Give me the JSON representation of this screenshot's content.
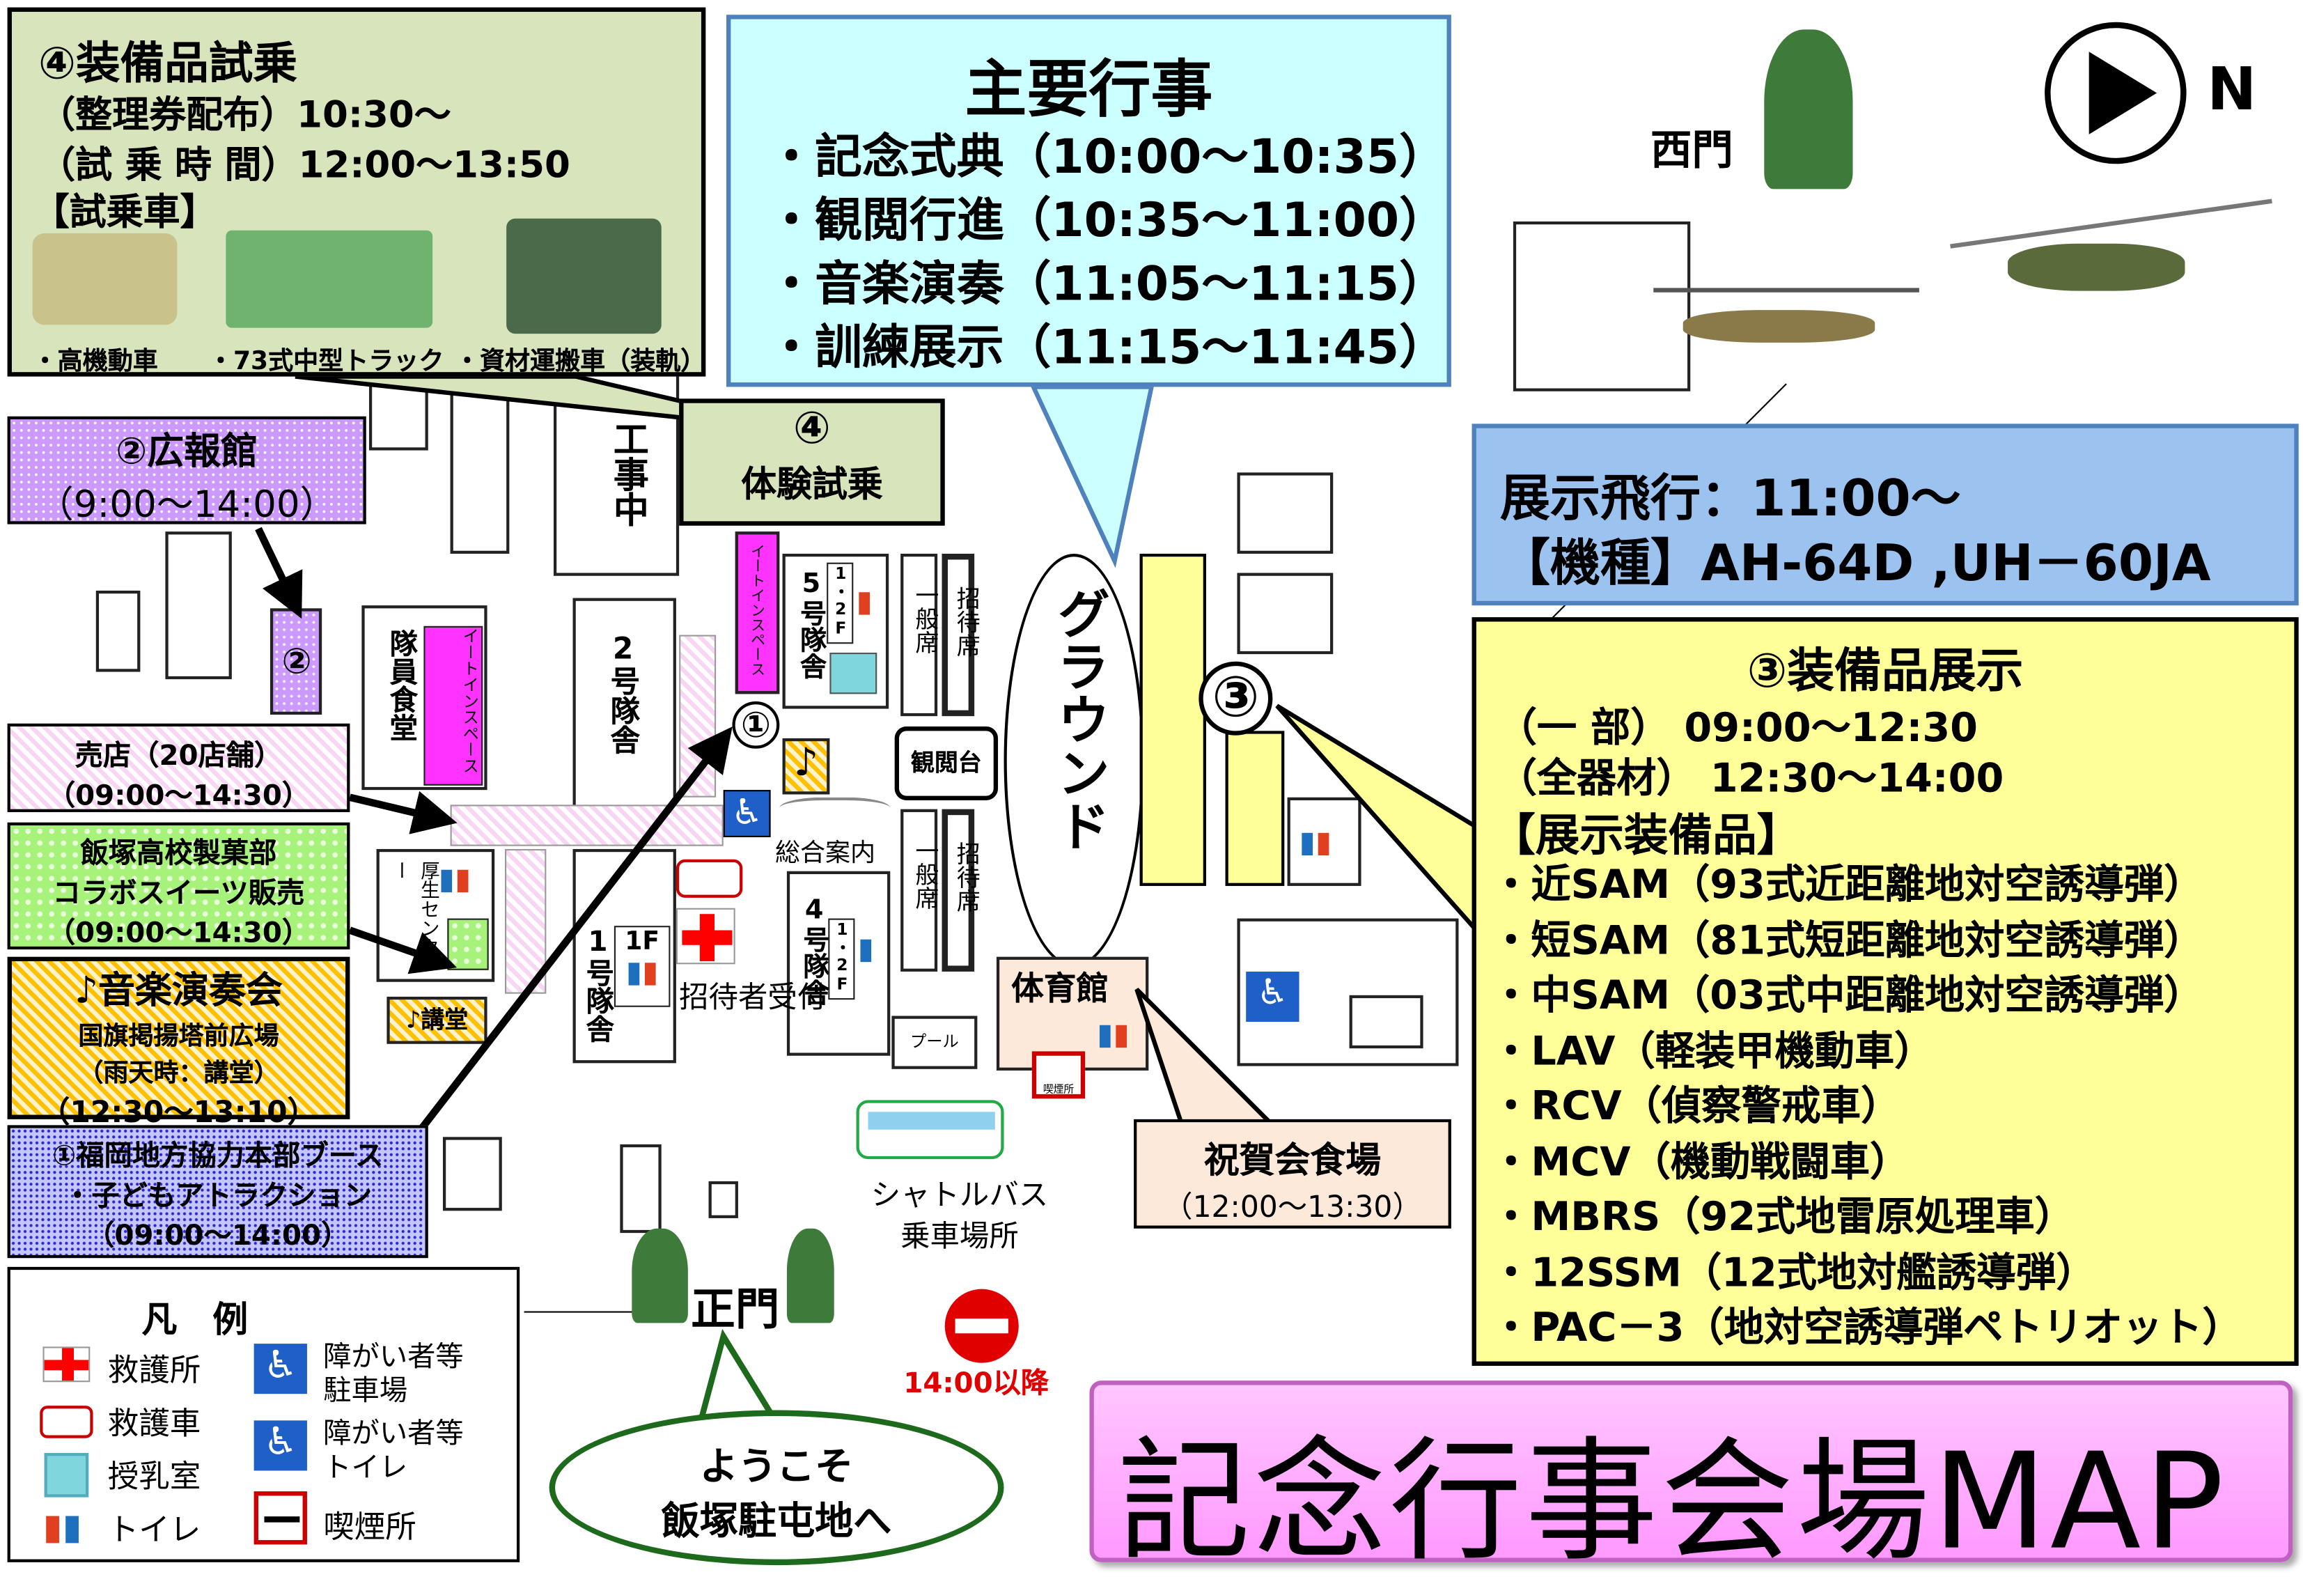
{
  "title": "記念行事会場MAP",
  "north": "N",
  "trial_box": {
    "title": "④装備品試乗",
    "line1": "（整理券配布）10:30～",
    "line2": "（試 乗 時 間）12:00～13:50",
    "heading": "【試乗車】",
    "vehicles": [
      "・高機動車",
      "・73式中型トラック",
      "・資材運搬車（装軌）"
    ]
  },
  "main_events": {
    "title": "主要行事",
    "items": [
      "・記念式典（10:00～10:35）",
      "・観閲行進（10:35～11:00）",
      "・音楽演奏（11:05～11:15）",
      "・訓練展示（11:15～11:45）"
    ]
  },
  "trial_spot": {
    "num": "④",
    "label": "体験試乗"
  },
  "flight": {
    "line1": "展示飛行：11:00～",
    "line2": "【機種】AH-64D ,UH－60JA"
  },
  "display": {
    "title": "③装備品展示",
    "time1": "（一 部） 09:00～12:30",
    "time2": "（全器材） 12:30～14:00",
    "heading": "【展示装備品】",
    "items": [
      "・近SAM（93式近距離地対空誘導弾）",
      "・短SAM（81式短距離地対空誘導弾）",
      "・中SAM（03式中距離地対空誘導弾）",
      "・LAV（軽装甲機動車）",
      "・RCV（偵察警戒車）",
      "・MCV（機動戦闘車）",
      "・MBRS（92式地雷原処理車）",
      "・12SSM（12式地対艦誘導弾）",
      "・PAC－3（地対空誘導弾ペトリオット）"
    ]
  },
  "pr_hall": {
    "title": "②広報館",
    "time": "（9:00～14:00）"
  },
  "shop": {
    "title": "売店（20店舗）",
    "time": "（09:00～14:30）"
  },
  "sweets": {
    "line1": "飯塚高校製菓部",
    "line2": "コラボスイーツ販売",
    "time": "（09:00～14:30）"
  },
  "concert": {
    "title": "♪音楽演奏会",
    "place": "国旗掲揚塔前広場",
    "rain": "（雨天時：講堂）",
    "time": "（12:30～13:10）"
  },
  "pco": {
    "line1": "①福岡地方協力本部ブース",
    "line2": "・子どもアトラクション",
    "time": "（09:00～14:00）"
  },
  "celebration": {
    "title": "祝賀会食場",
    "time": "（12:00～13:30）"
  },
  "welcome": {
    "line1": "ようこそ",
    "line2": "飯塚駐屯地へ"
  },
  "map_labels": {
    "west_gate": "西門",
    "main_gate": "正門",
    "ground": "グラウンド",
    "construction": "工事中",
    "bldg2": "2号隊舎",
    "bldg5": "5号隊舎",
    "bldg1": "1号隊舎",
    "bldg4": "4号隊舎",
    "dining": "隊員食堂",
    "eatin1": "イートインスペース",
    "eatin2": "イートインスペース",
    "welfare": "厚生センター",
    "auditorium": "♪講堂",
    "reviewing": "観閲台",
    "general1": "一般席",
    "general2": "一般席",
    "guest1": "招待席",
    "guest2": "招待席",
    "info": "総合案内",
    "reception": "招待者受付",
    "gym": "体育館",
    "pool": "プール",
    "shuttle1": "シャトルバス",
    "shuttle2": "乗車場所",
    "no_entry": "14:00以降",
    "floor12a": "1・2F",
    "floor12b": "1・2F",
    "floor1": "1F",
    "num1": "①",
    "num2": "②",
    "num3": "③",
    "smoking": "喫煙所"
  },
  "legend": {
    "title": "凡　例",
    "items": [
      "救護所",
      "救護車",
      "授乳室",
      "トイレ",
      "障がい者等駐車場",
      "障がい者等トイレ",
      "喫煙所"
    ]
  },
  "colors": {
    "trial": "#d8e4bc",
    "main": "#ccffff",
    "flight": "#9cc3f0",
    "display": "#ffff99",
    "title_bg": "#ff99ff",
    "pr": "#cc99ff",
    "eatin": "#ff33ff"
  }
}
